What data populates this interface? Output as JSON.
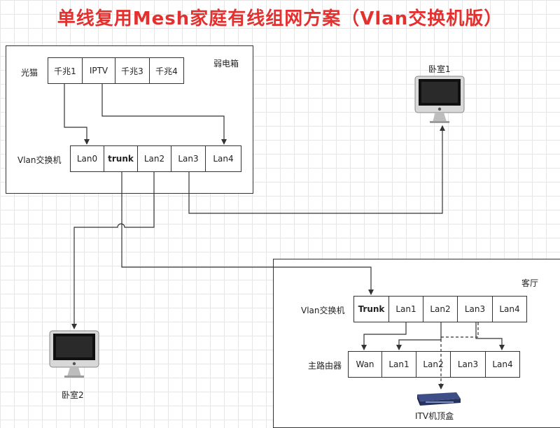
{
  "title": "单线复用Mesh家庭有线组网方案（Vlan交换机版）",
  "weak_box": {
    "label": "弱电箱",
    "modem_label": "光猫",
    "modem_ports": [
      "千兆1",
      "IPTV",
      "千兆3",
      "千兆4"
    ],
    "switch_label": "Vlan交换机",
    "switch_ports": [
      "Lan0",
      "trunk",
      "Lan2",
      "Lan3",
      "Lan4"
    ]
  },
  "bedroom1": {
    "label": "卧室1"
  },
  "bedroom2": {
    "label": "卧室2"
  },
  "living": {
    "label": "客厅",
    "switch_label": "Vlan交换机",
    "switch_ports": [
      "Trunk",
      "Lan1",
      "Lan2",
      "Lan3",
      "Lan4"
    ],
    "router_label": "主路由器",
    "router_ports": [
      "Wan",
      "Lan1",
      "Lan2",
      "Lan3",
      "Lan4"
    ],
    "stb_label": "ITV机顶盒"
  },
  "colors": {
    "title": "#e3312f",
    "line": "#333333"
  }
}
